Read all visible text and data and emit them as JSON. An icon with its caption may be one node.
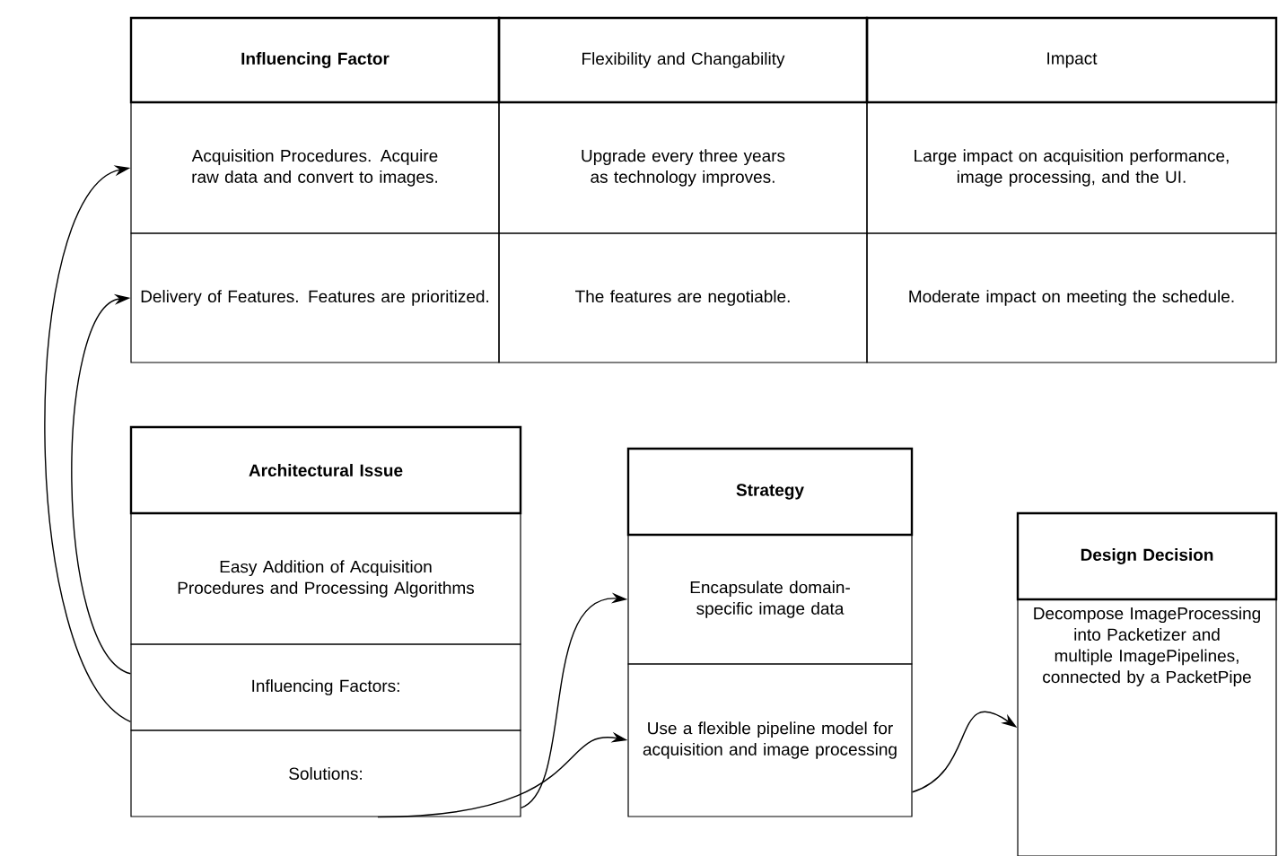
{
  "diagram": {
    "nodes": [
      {
        "text": [
          "Influencing Factor"
        ]
      },
      {
        "text": [
          "Flexibility and Changability"
        ]
      },
      {
        "text": [
          "Impact"
        ]
      },
      {
        "text": [
          "Acquisition Procedures. Acquire raw data and convert to images."
        ]
      },
      {
        "text": [
          "Upgrade every three years as technology improves."
        ]
      },
      {
        "text": [
          "Large impact on acquisition performance, image processing, and the UI."
        ]
      },
      {
        "text": [
          "Delivery of Features. Features are prioritized."
        ]
      },
      {
        "text": [
          "The features are negotiable."
        ]
      },
      {
        "text": [
          "Moderate impact on meeting the schedule."
        ]
      },
      {
        "text": [
          "Architectural Issue"
        ]
      },
      {
        "text": [
          "Easy Addition of Acquisition Procedures and Processing Algorithms"
        ]
      },
      {
        "text": [
          "Influencing Factors:"
        ]
      },
      {
        "text": [
          "Solutions:"
        ]
      },
      {
        "text": [
          "Strategy"
        ]
      },
      {
        "text": [
          "Encapsulate domain-specific image data"
        ]
      },
      {
        "text": [
          "Use a flexible pipeline model for acquisition and image processing"
        ]
      },
      {
        "text": [
          "Design Decision"
        ]
      },
      {
        "text": [
          "Decompose ImageProcessing into Packetizer and multiple ImagePipelines, connected by a PacketPipe"
        ]
      }
    ],
    "edges": [
      {
        "from": 11,
        "to": 3,
        "arrow": "to"
      },
      {
        "from": 11,
        "to": 6,
        "arrow": "to"
      },
      {
        "from": 12,
        "to": 14,
        "arrow": "to"
      },
      {
        "from": 12,
        "to": 15,
        "arrow": "to"
      },
      {
        "from": 15,
        "to": 17,
        "arrow": "to"
      }
    ]
  }
}
